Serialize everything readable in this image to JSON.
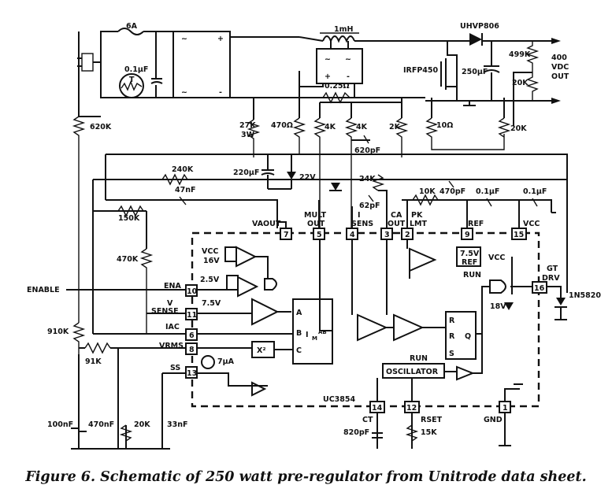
{
  "caption": "Figure 6. Schematic of 250 watt pre-regulator from Unitrode data sheet.",
  "components": {
    "fuse": "6A",
    "cap_in": "0.1µF",
    "thermistor": "T",
    "inductor": "1mH",
    "diode_out": "UHVP806",
    "mosfet": "IRFP450",
    "cap_out": "250µF",
    "r_499k": "499K",
    "r_20k_out": "20K",
    "out_label_1": "400",
    "out_label_2": "VDC",
    "out_label_3": "OUT",
    "r_shunt": "0.25Ω",
    "r_27k": "27K",
    "r_27k_w": "3W",
    "r_470": "470Ω",
    "r_4k_a": "4K",
    "r_4k_b": "4K",
    "r_2k": "2K",
    "r_620k": "620K",
    "c_620p": "620pF",
    "c_220u": "220µF",
    "zener_22v": "22V",
    "r_24k": "24K",
    "c_62p": "62pF",
    "r_10": "10Ω",
    "r_20k_gate": "20K",
    "r_240k": "240K",
    "c_47n": "47nF",
    "r_150k": "150K",
    "r_10k": "10K",
    "c_470p": "470pF",
    "c_01u_a": "0.1µF",
    "c_01u_b": "0.1µF",
    "r_470k": "470K",
    "enable": "ENABLE",
    "r_910k": "910K",
    "r_91k": "91K",
    "c_100n": "100nF",
    "c_470n": "470nF",
    "r_20k_b": "20K",
    "c_33n": "33nF",
    "ct_label": "CT",
    "c_820p": "820pF",
    "rset_label": "RSET",
    "r_15k": "15K",
    "diode_gate": "1N5820",
    "zener_18v": "18V"
  },
  "ic": {
    "name": "UC3854",
    "pins": {
      "vaout": "VAOUT",
      "mult_out_1": "MULT",
      "mult_out_2": "OUT",
      "isens_1": "I",
      "isens_2": "SENS",
      "ca_out_1": "CA",
      "ca_out_2": "OUT",
      "pklmt_1": "PK",
      "pklmt_2": "LMT",
      "ref": "REF",
      "vcc": "VCC",
      "ena": "ENA",
      "vsense_1": "V",
      "vsense_2": "SENSE",
      "iac": "IAC",
      "vrms": "VRMS",
      "ss": "SS",
      "gt_drv_1": "GT",
      "gt_drv_2": "DRV",
      "gnd": "GND"
    },
    "pin_numbers": [
      "7",
      "5",
      "4",
      "3",
      "2",
      "9",
      "15",
      "10",
      "11",
      "6",
      "8",
      "13",
      "16",
      "14",
      "12",
      "1"
    ],
    "internal": {
      "vcc_in": "VCC",
      "v16": "16V",
      "v25": "2.5V",
      "v75": "7.5V",
      "ref75_1": "7.5V",
      "ref75_2": "REF",
      "run_1": "RUN",
      "run_2": "RUN",
      "vcc_right": "VCC",
      "x2": "X²",
      "i7ua": "7µA",
      "mul_a": "A",
      "mul_b": "B",
      "mul_c": "C",
      "mul_formula": "I",
      "mul_sub": "M",
      "mul_ab": "AB",
      "mul_c2": "C",
      "ff_r1": "R",
      "ff_r2": "R",
      "ff_s": "S",
      "ff_q": "Q",
      "oscillator": "OSCILLATOR"
    }
  }
}
